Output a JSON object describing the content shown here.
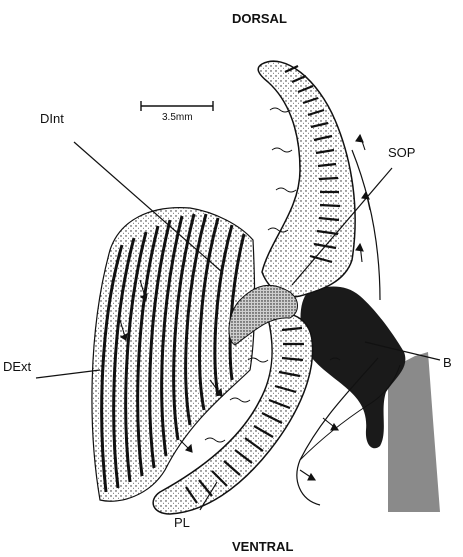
{
  "labels": {
    "dorsal": "DORSAL",
    "ventral": "VENTRAL",
    "dint": "DInt",
    "sop": "SOP",
    "dext": "DExt",
    "b": "B",
    "pl": "PL",
    "scale": "3.5mm"
  },
  "colors": {
    "ink": "#111111",
    "paper": "#ffffff",
    "shade": "#8a8a8a",
    "dark": "#1a1a1a"
  }
}
